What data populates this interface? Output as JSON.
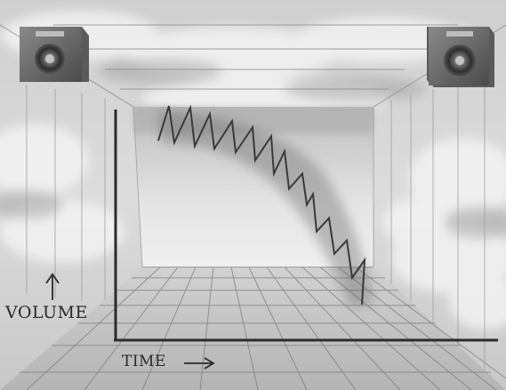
{
  "axes": {
    "y_label": "VOLUME",
    "x_label": "TIME"
  },
  "arrows": {
    "y_arrow_icon": "arrow-up-icon",
    "x_arrow_icon": "arrow-right-icon"
  },
  "speakers": {
    "left_icon": "speaker-icon",
    "right_icon": "speaker-icon"
  },
  "colors": {
    "sky": "#d6d6d6",
    "cloud": "#f2f2f2",
    "wall_line": "#8c8c8c",
    "grid_line": "#777777",
    "axis": "#2b2b2b",
    "waveform": "#3a3a3a",
    "speaker_body": "#6a6a6a"
  },
  "waveform": {
    "shape": "sawtooth",
    "envelope": "decaying",
    "peaks": 11
  }
}
